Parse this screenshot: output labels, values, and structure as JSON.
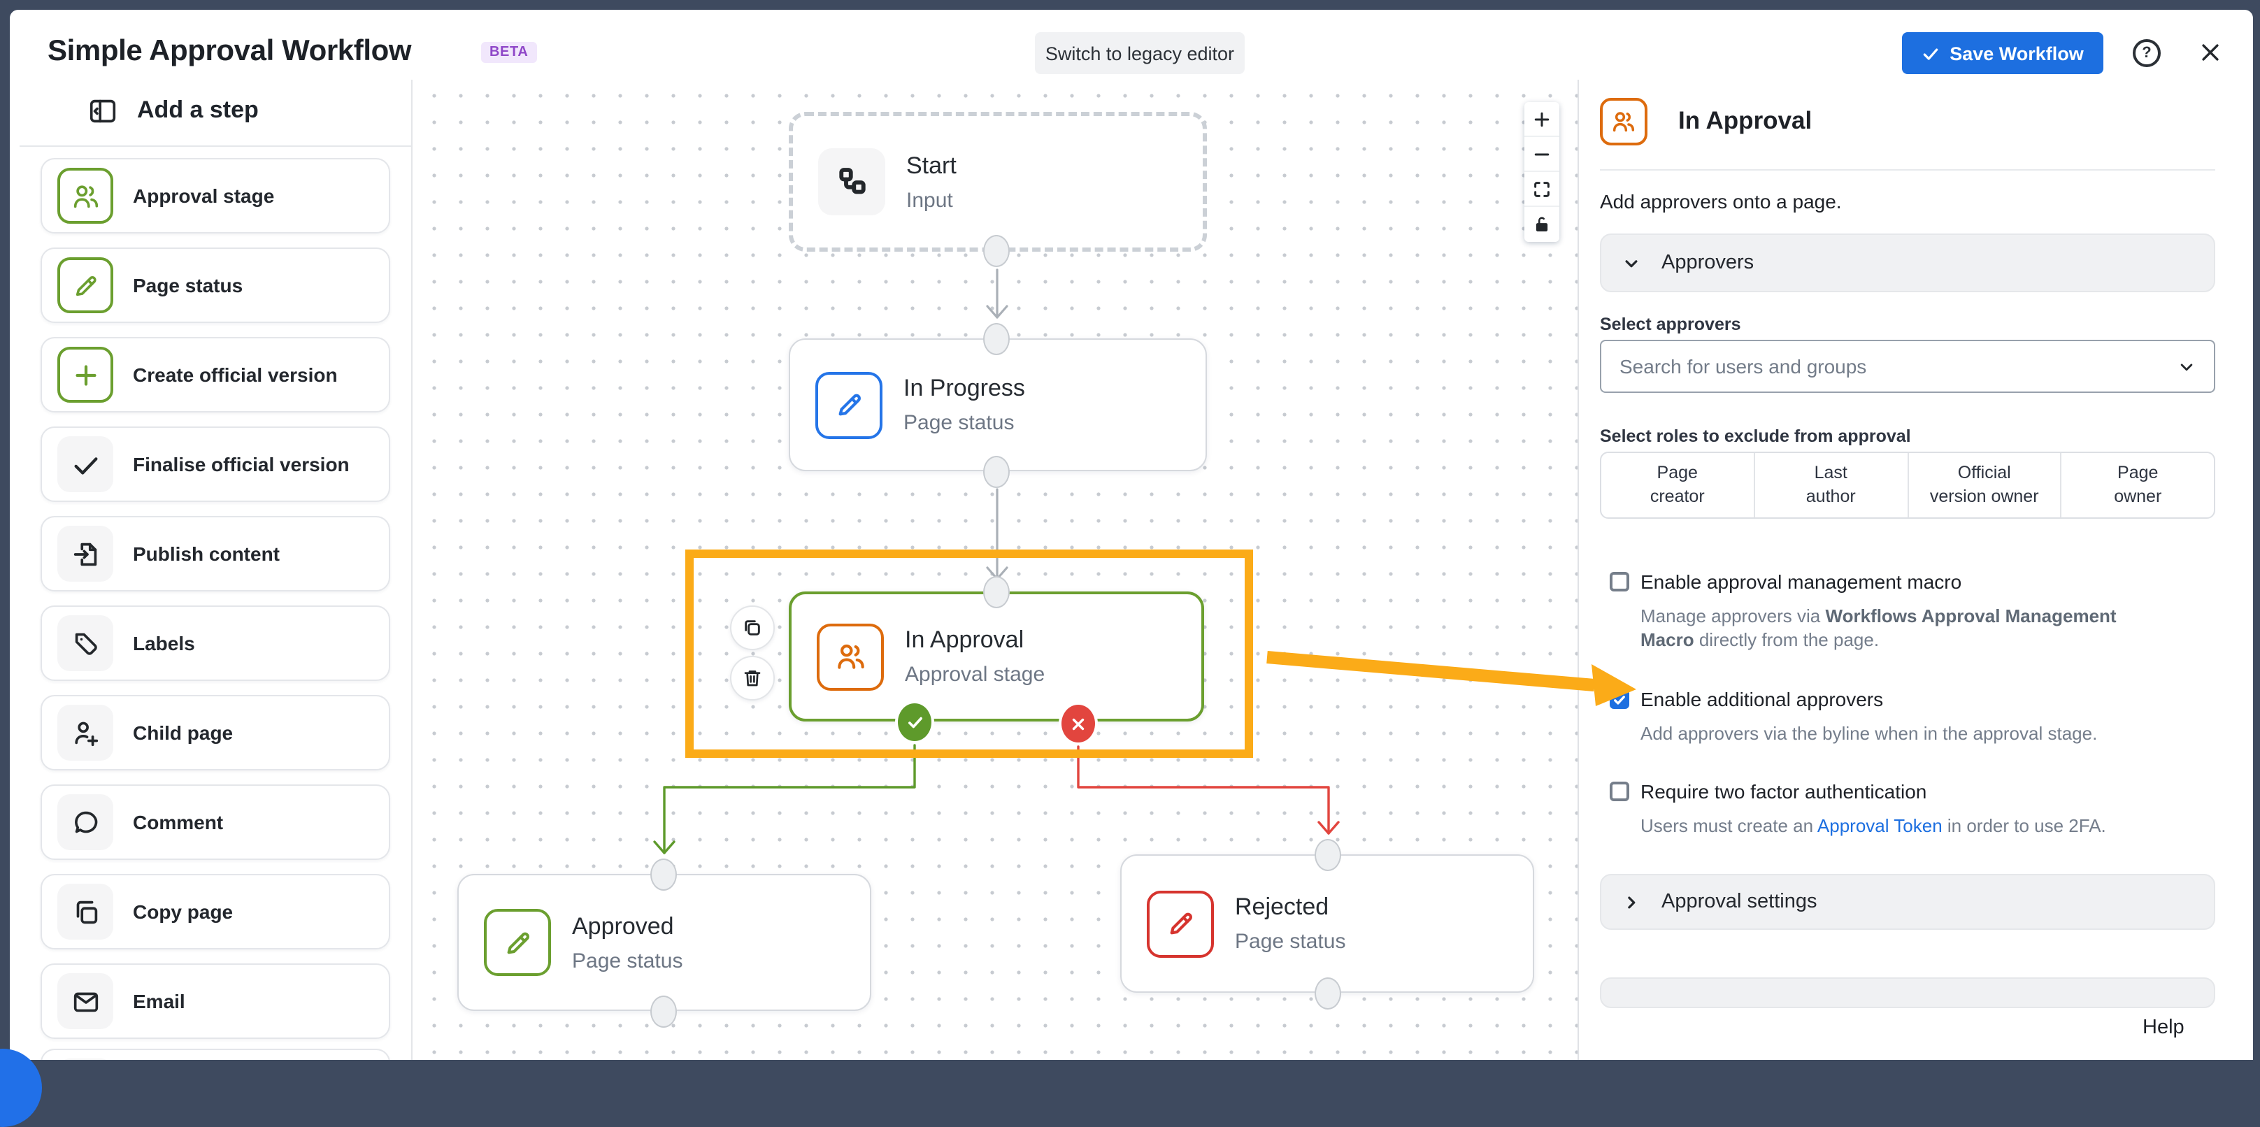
{
  "colors": {
    "frame": "#3E4A5F",
    "accent_blue": "#1D6FE0",
    "green": "#6B9F2F",
    "node_green": "#5E9A2B",
    "orange": "#DD6B0D",
    "amber": "#FBAB18",
    "red": "#E2453E",
    "purple": "#8F47C8",
    "link_blue": "#1D6FE0"
  },
  "header": {
    "title": "Simple Approval Workflow",
    "beta_badge": "BETA",
    "legacy_button": "Switch to legacy editor",
    "save_button": "Save Workflow",
    "help_glyph": "?"
  },
  "sidebar": {
    "title": "Add a step",
    "items": [
      {
        "label": "Approval stage",
        "icon": "people",
        "variant": "green"
      },
      {
        "label": "Page status",
        "icon": "pencil",
        "variant": "green"
      },
      {
        "label": "Create official version",
        "icon": "plus",
        "variant": "green"
      },
      {
        "label": "Finalise official version",
        "icon": "check",
        "variant": "gray"
      },
      {
        "label": "Publish content",
        "icon": "publish",
        "variant": "gray"
      },
      {
        "label": "Labels",
        "icon": "tag",
        "variant": "gray"
      },
      {
        "label": "Child page",
        "icon": "person-plus",
        "variant": "gray"
      },
      {
        "label": "Comment",
        "icon": "comment",
        "variant": "gray"
      },
      {
        "label": "Copy page",
        "icon": "copy",
        "variant": "gray"
      },
      {
        "label": "Email",
        "icon": "email",
        "variant": "gray"
      },
      {
        "label": "",
        "icon": "clipped",
        "variant": "gray"
      }
    ]
  },
  "canvas": {
    "nodes": {
      "start": {
        "title": "Start",
        "subtitle": "Input"
      },
      "in_progress": {
        "title": "In Progress",
        "subtitle": "Page status"
      },
      "in_approval": {
        "title": "In Approval",
        "subtitle": "Approval stage"
      },
      "approved": {
        "title": "Approved",
        "subtitle": "Page status"
      },
      "rejected": {
        "title": "Rejected",
        "subtitle": "Page status"
      }
    },
    "zoom_controls": [
      "zoom-in",
      "zoom-out",
      "fit-view",
      "unlock"
    ]
  },
  "panel": {
    "title": "In Approval",
    "description": "Add approvers onto a page.",
    "approvers_section": "Approvers",
    "select_approvers_label": "Select approvers",
    "search_placeholder": "Search for users and groups",
    "roles_label": "Select roles to exclude from approval",
    "roles": [
      {
        "line1": "Page",
        "line2": "creator"
      },
      {
        "line1": "Last",
        "line2": "author"
      },
      {
        "line1": "Official",
        "line2": "version owner"
      },
      {
        "line1": "Page",
        "line2": "owner"
      }
    ],
    "checkboxes": [
      {
        "label": "Enable approval management macro",
        "checked": false,
        "desc_prefix": "Manage approvers via ",
        "desc_bold": "Workflows Approval Management Macro",
        "desc_suffix": " directly from the page."
      },
      {
        "label": "Enable additional approvers",
        "checked": true,
        "desc": "Add approvers via the byline when in the approval stage."
      },
      {
        "label": "Require two factor authentication",
        "checked": false,
        "desc_prefix": "Users must create an ",
        "desc_link": "Approval Token",
        "desc_suffix": " in order to use 2FA."
      }
    ],
    "approval_settings_section": "Approval settings",
    "help_link": "Help"
  }
}
